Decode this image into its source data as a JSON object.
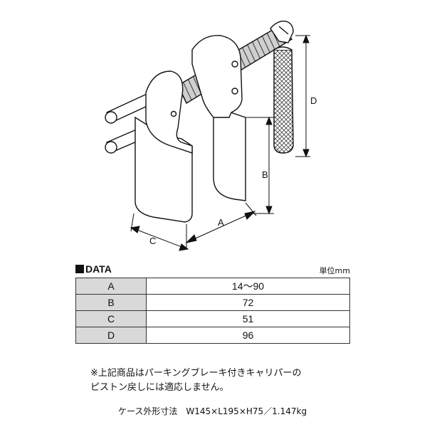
{
  "figure": {
    "dimension_labels": {
      "a": "A",
      "b": "B",
      "c": "C",
      "d": "D"
    }
  },
  "data_section": {
    "heading": "DATA",
    "unit": "単位mm",
    "rows": [
      {
        "key": "A",
        "value": "14〜90"
      },
      {
        "key": "B",
        "value": "72"
      },
      {
        "key": "C",
        "value": "51"
      },
      {
        "key": "D",
        "value": "96"
      }
    ]
  },
  "note": {
    "line1": "※上記商品はパーキングブレーキ付きキャリパーの",
    "line2": "ピストン戻しには適応しません。"
  },
  "case_size": "ケース外形寸法　W145×L195×H75／1.147kg"
}
